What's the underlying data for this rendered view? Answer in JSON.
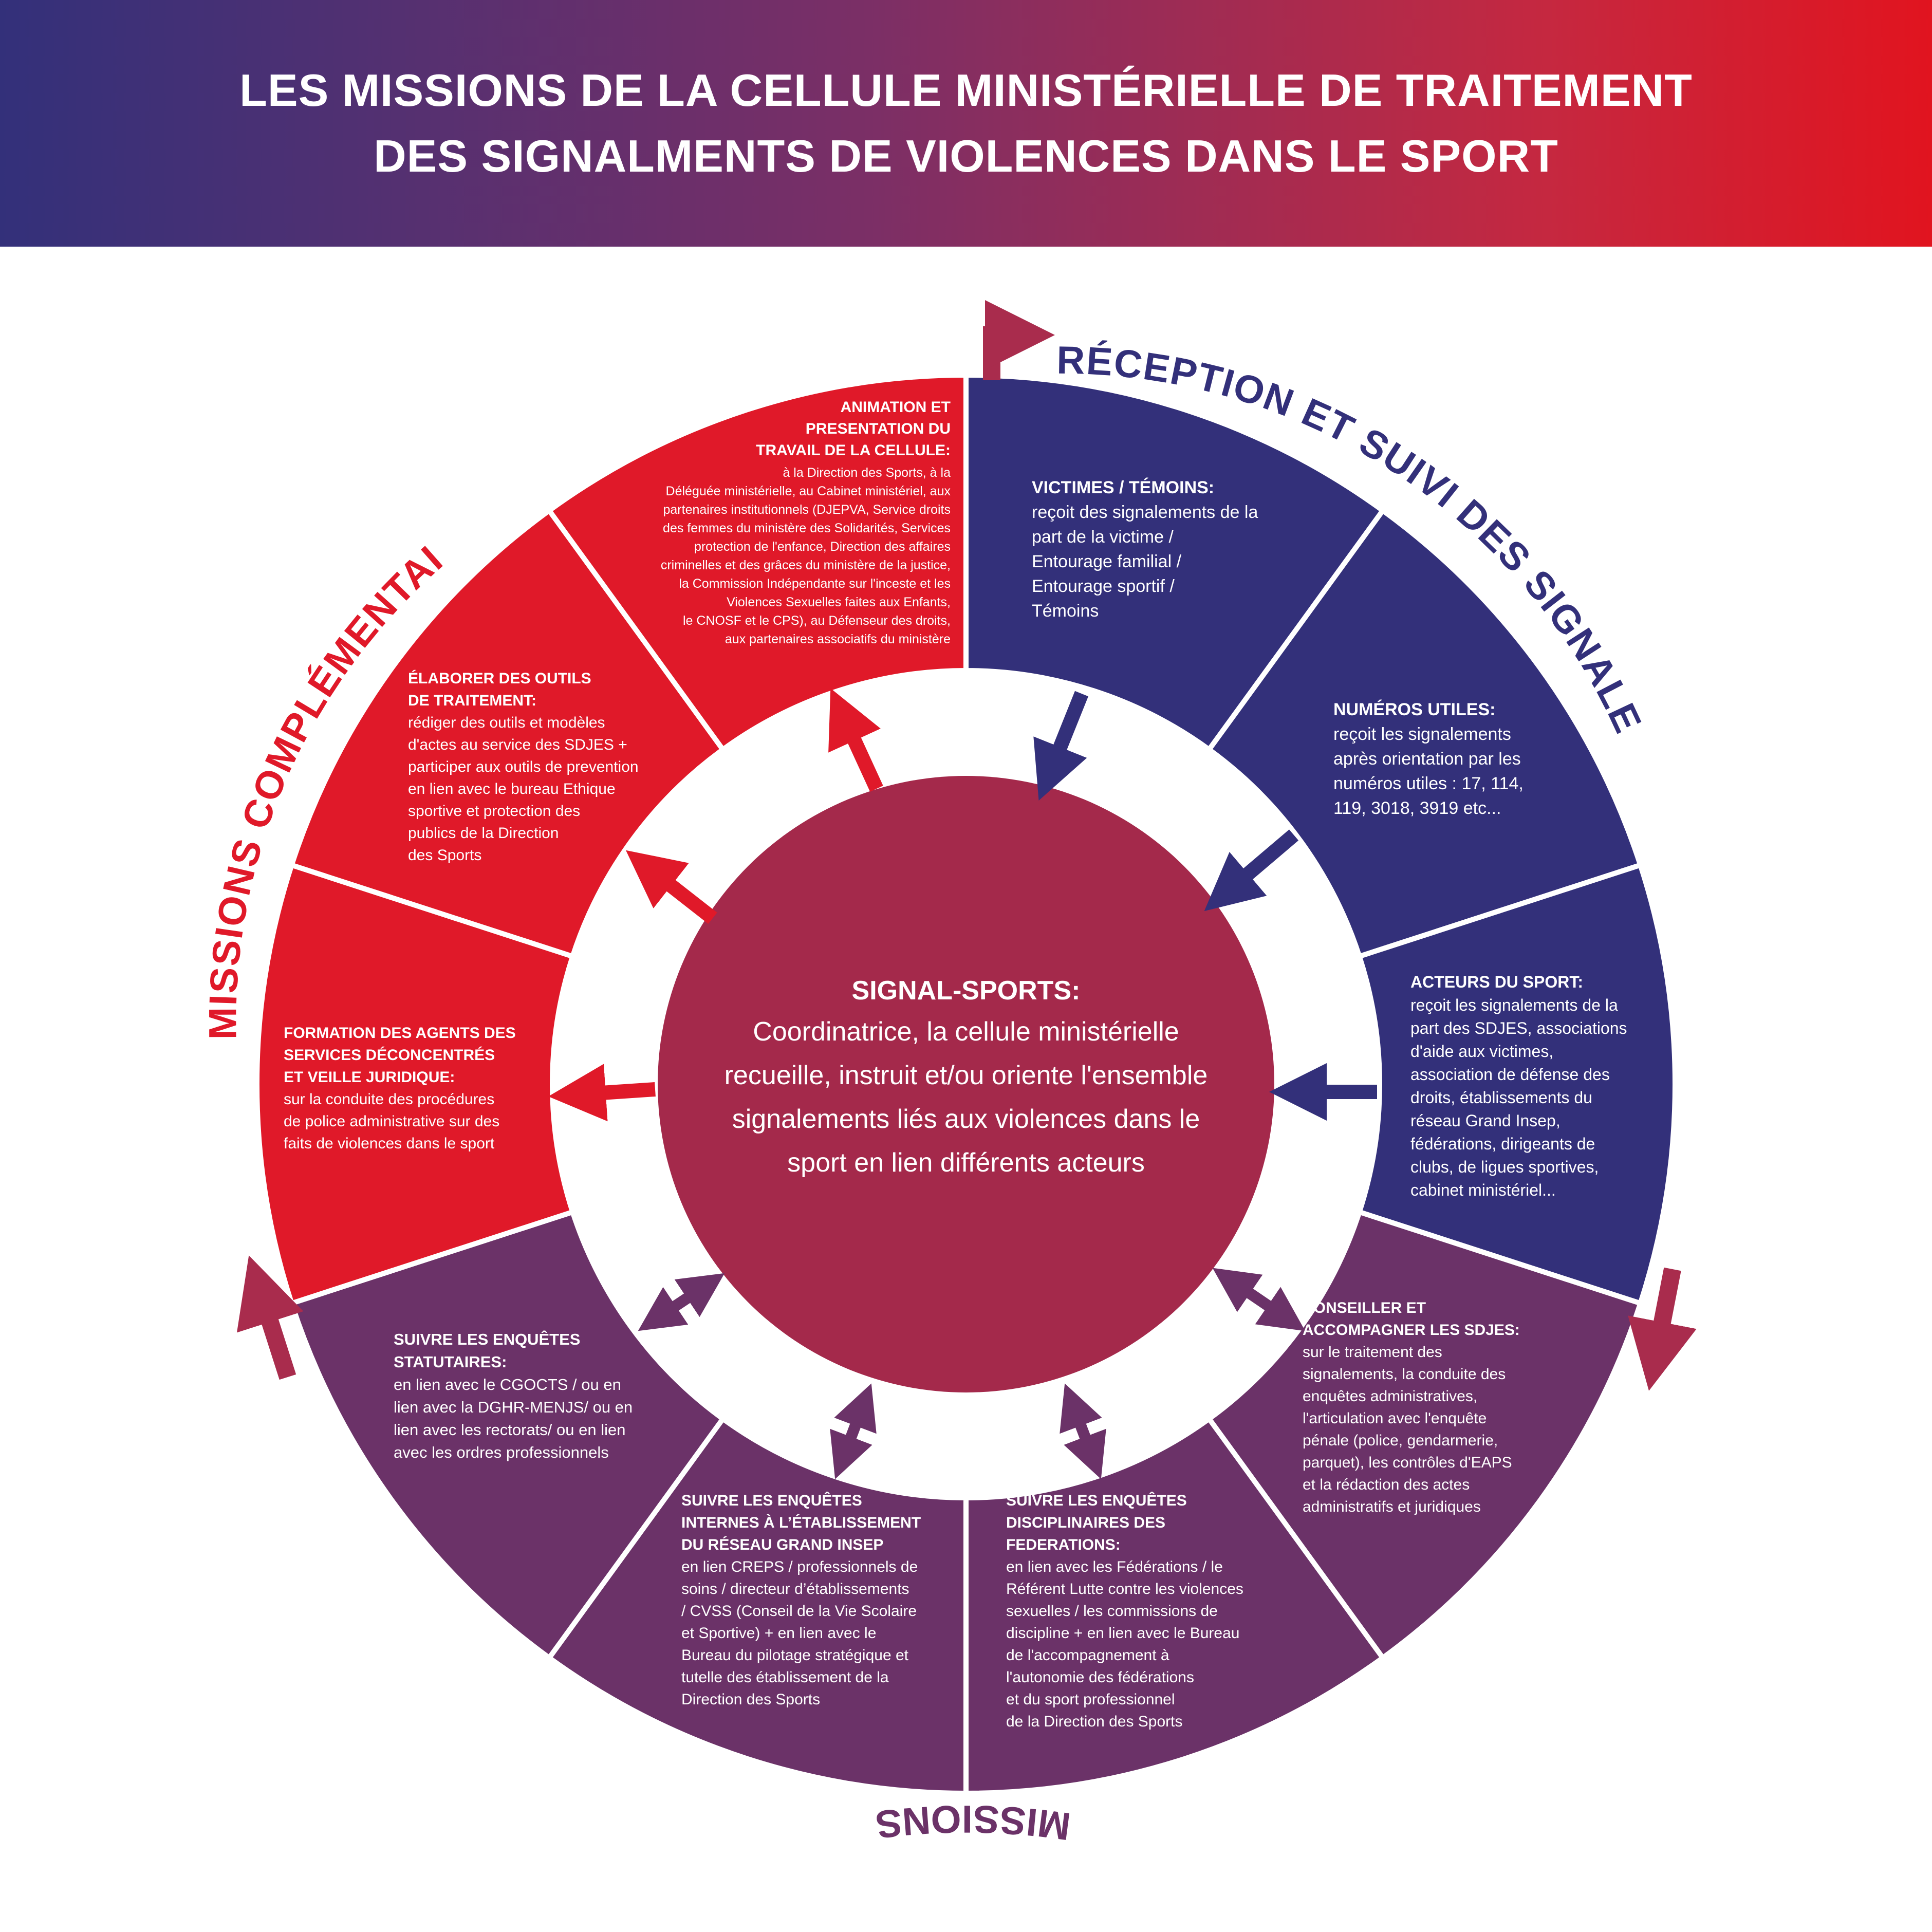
{
  "title": {
    "line1": "LES MISSIONS DE LA CELLULE MINISTÉRIELLE DE TRAITEMENT",
    "line2": "DES SIGNALMENTS DE VIOLENCES DANS LE SPORT"
  },
  "colors": {
    "navy": "#33307a",
    "red": "#e01929",
    "purple": "#6b3268",
    "center": "#a4294b",
    "maroon": "#a92c4d"
  },
  "arc_labels": {
    "reception": "RÉCEPTION ET SUIVI DES SIGNALEMENTS",
    "complementaires": "MISSIONS COMPLÉMENTAIRES",
    "missions": "MISSIONS"
  },
  "center": {
    "title": "SIGNAL-SPORTS:",
    "lines": [
      "Coordinatrice, la cellule ministérielle",
      "recueille, instruit et/ou oriente l'ensemble",
      "signalements liés aux violences dans le",
      "sport en lien différents acteurs"
    ]
  },
  "segments": {
    "victimes": {
      "heading": [
        "VICTIMES / TÉMOINS:"
      ],
      "body": [
        "reçoit des signalements de la",
        "part de la victime /",
        "Entourage familial /",
        "Entourage sportif /",
        "Témoins"
      ]
    },
    "numeros": {
      "heading": [
        "NUMÉROS UTILES:"
      ],
      "body": [
        "reçoit les signalements",
        "après orientation par les",
        "numéros utiles : 17, 114,",
        "119, 3018, 3919 etc..."
      ]
    },
    "acteurs": {
      "heading": [
        "ACTEURS DU SPORT:"
      ],
      "body": [
        "reçoit les signalements de la",
        "part des SDJES, associations",
        "d'aide aux victimes,",
        "association de défense des",
        "droits, établissements du",
        "réseau Grand Insep,",
        "fédérations, dirigeants de",
        "clubs, de ligues sportives,",
        "cabinet ministériel..."
      ]
    },
    "conseiller": {
      "heading": [
        "CONSEILLER ET",
        "ACCOMPAGNER LES SDJES:"
      ],
      "body": [
        "sur le traitement des",
        "signalements, la conduite des",
        "enquêtes administratives,",
        "l'articulation avec l'enquête",
        "pénale (police, gendarmerie,",
        "parquet), les contrôles d'EAPS",
        "et la rédaction des actes",
        "administratifs et juridiques"
      ]
    },
    "disciplinaires": {
      "heading": [
        "SUIVRE LES ENQUÊTES",
        "DISCIPLINAIRES DES",
        "FEDERATIONS:"
      ],
      "body": [
        "en lien avec les Fédérations / le",
        "Référent Lutte contre les violences",
        "sexuelles / les commissions de",
        "discipline + en lien avec le Bureau",
        "de l'accompagnement à",
        "l'autonomie des fédérations",
        " et du sport professionnel",
        "de la Direction des Sports"
      ]
    },
    "internes": {
      "heading": [
        "SUIVRE LES ENQUÊTES",
        "INTERNES À L’ÉTABLISSEMENT",
        "DU RÉSEAU GRAND INSEP"
      ],
      "body": [
        "en lien CREPS / professionnels de",
        "soins / directeur d’établissements",
        "/ CVSS (Conseil de la Vie Scolaire",
        "et Sportive) + en lien avec le",
        "Bureau du pilotage stratégique et",
        "tutelle des établissement de la",
        "Direction des Sports"
      ]
    },
    "statutaires": {
      "heading": [
        "SUIVRE LES ENQUÊTES",
        "STATUTAIRES:"
      ],
      "body": [
        "en lien avec le CGOCTS / ou en",
        "lien avec la DGHR-MENJS/ ou en",
        "lien avec les rectorats/ ou en lien",
        "avec les ordres professionnels"
      ]
    },
    "formation": {
      "heading": [
        "FORMATION DES AGENTS DES",
        "SERVICES DÉCONCENTRÉS",
        "ET VEILLE JURIDIQUE:"
      ],
      "body": [
        "sur la conduite des procédures",
        "de police administrative sur des",
        "faits de violences dans le sport"
      ]
    },
    "elaborer": {
      "heading": [
        "ÉLABORER DES OUTILS",
        "DE TRAITEMENT:"
      ],
      "body": [
        "rédiger des outils et modèles",
        "d'actes au service des SDJES +",
        "participer aux outils de prevention",
        "en lien avec le bureau Ethique",
        "sportive et protection des",
        "publics de la Direction",
        " des Sports"
      ]
    },
    "animation": {
      "heading": [
        "ANIMATION ET",
        "PRESENTATION DU",
        "TRAVAIL DE LA CELLULE:"
      ],
      "body": [
        "à la Direction des Sports, à la",
        "Déléguée ministérielle, au Cabinet ministériel, aux",
        "partenaires institutionnels (DJEPVA, Service droits",
        "des femmes du ministère des Solidarités, Services",
        "protection de l'enfance, Direction des affaires",
        "criminelles et des grâces du ministère de la justice,",
        "la Commission Indépendante sur l'inceste et les",
        "Violences Sexuelles faites aux Enfants,",
        "le CNOSF et le CPS), au Défenseur des droits,",
        "aux partenaires associatifs du ministère"
      ]
    }
  }
}
